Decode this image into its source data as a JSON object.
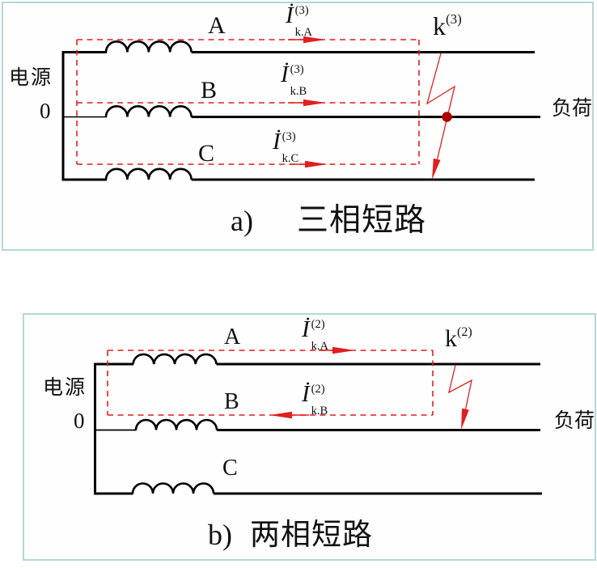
{
  "colors": {
    "accent_red": "#e01f1f",
    "fault_dot_red": "#ad0000",
    "panel_border": "#b2d8d7",
    "line_black": "#000000"
  },
  "a": {
    "source": "电源",
    "neutral": "0",
    "phase_a": "A",
    "phase_b": "B",
    "phase_c": "C",
    "load": "负荷",
    "fault_base": "k",
    "fault_sup": "(3)",
    "cur_a_head": "İ",
    "cur_a_sup": "(3)",
    "cur_a_sub": "k.A",
    "cur_b_head": "İ",
    "cur_b_sup": "(3)",
    "cur_b_sub": "k.B",
    "cur_c_head": "İ",
    "cur_c_sup": "(3)",
    "cur_c_sub": "k.C",
    "caption_letter": "a)",
    "caption_text": "三相短路"
  },
  "b": {
    "source": "电源",
    "neutral": "0",
    "phase_a": "A",
    "phase_b": "B",
    "phase_c": "C",
    "load": "负荷",
    "fault_base": "k",
    "fault_sup": "(2)",
    "cur_a_head": "İ",
    "cur_a_sup": "(2)",
    "cur_a_sub": "k.A",
    "cur_b_head": "İ",
    "cur_b_sup": "(2)",
    "cur_b_sub": "k.B",
    "caption_letter": "b)",
    "caption_text": "两相短路"
  }
}
